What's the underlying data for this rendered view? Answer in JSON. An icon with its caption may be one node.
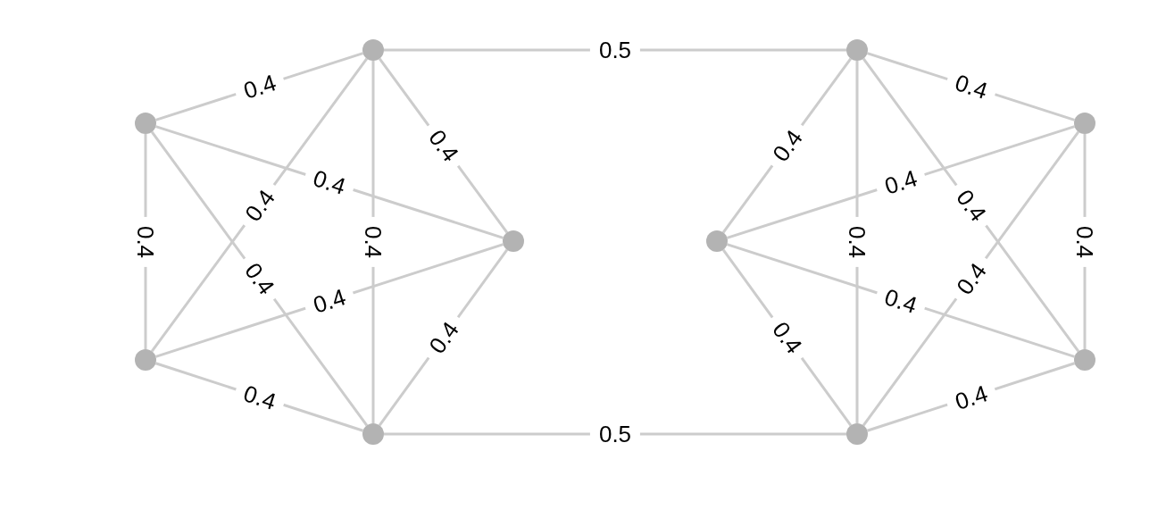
{
  "diagram": {
    "nodes": [
      {
        "text": [],
        "shape": "circle"
      },
      {
        "text": [],
        "shape": "circle"
      },
      {
        "text": [],
        "shape": "circle"
      },
      {
        "text": [],
        "shape": "circle"
      },
      {
        "text": [],
        "shape": "circle"
      },
      {
        "text": [],
        "shape": "circle"
      },
      {
        "text": [],
        "shape": "circle"
      },
      {
        "text": [],
        "shape": "circle"
      },
      {
        "text": [],
        "shape": "circle"
      },
      {
        "text": [],
        "shape": "circle"
      }
    ],
    "edges": [
      {
        "from": 0,
        "to": 1,
        "arrow": "none",
        "label": "0.5"
      },
      {
        "from": 2,
        "to": 0,
        "arrow": "none",
        "label": "0.4"
      },
      {
        "from": 0,
        "to": 4,
        "arrow": "none",
        "label": "0.4"
      },
      {
        "from": 6,
        "to": 0,
        "arrow": "none",
        "label": "0.4"
      },
      {
        "from": 0,
        "to": 8,
        "arrow": "none",
        "label": "0.4"
      },
      {
        "from": 2,
        "to": 4,
        "arrow": "none",
        "label": "0.4"
      },
      {
        "from": 2,
        "to": 6,
        "arrow": "none",
        "label": "0.4"
      },
      {
        "from": 2,
        "to": 8,
        "arrow": "none",
        "label": "0.4"
      },
      {
        "from": 6,
        "to": 4,
        "arrow": "none",
        "label": "0.4"
      },
      {
        "from": 8,
        "to": 4,
        "arrow": "none",
        "label": "0.4"
      },
      {
        "from": 6,
        "to": 8,
        "arrow": "none",
        "label": "0.4"
      },
      {
        "from": 1,
        "to": 3,
        "arrow": "none",
        "label": "0.4"
      },
      {
        "from": 5,
        "to": 1,
        "arrow": "none",
        "label": "0.4"
      },
      {
        "from": 1,
        "to": 7,
        "arrow": "none",
        "label": "0.4"
      },
      {
        "from": 1,
        "to": 9,
        "arrow": "none",
        "label": "0.4"
      },
      {
        "from": 5,
        "to": 3,
        "arrow": "none",
        "label": "0.4"
      },
      {
        "from": 3,
        "to": 7,
        "arrow": "none",
        "label": "0.4"
      },
      {
        "from": 9,
        "to": 3,
        "arrow": "none",
        "label": "0.4"
      },
      {
        "from": 5,
        "to": 7,
        "arrow": "none",
        "label": "0.4"
      },
      {
        "from": 5,
        "to": 9,
        "arrow": "none",
        "label": "0.4"
      },
      {
        "from": 9,
        "to": 7,
        "arrow": "none",
        "label": "0.4"
      },
      {
        "from": 8,
        "to": 9,
        "arrow": "none",
        "label": "0.5"
      }
    ]
  }
}
